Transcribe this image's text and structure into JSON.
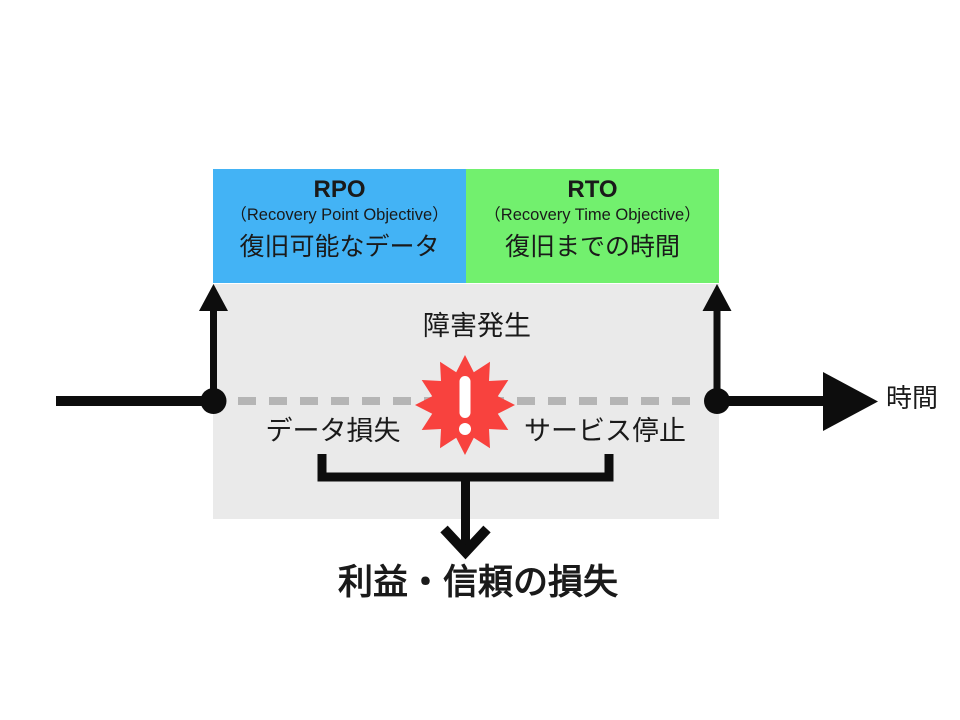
{
  "colors": {
    "rpo_blue": "#43B3F5",
    "rto_green": "#72F06E",
    "panel_gray": "#EAEAEA",
    "dash_gray": "#B5B5B5",
    "alert_red": "#F8423E",
    "ink": "#0D0D0D",
    "text": "#1A1A1A",
    "white": "#FFFFFF"
  },
  "header": {
    "rpo": {
      "title": "RPO",
      "subtitle": "（Recovery Point Objective）",
      "label": "復旧可能なデータ"
    },
    "rto": {
      "title": "RTO",
      "subtitle": "（Recovery Time Objective）",
      "label": "復旧までの時間"
    }
  },
  "timeline": {
    "axis_label": "時間"
  },
  "panel": {
    "incident_label": "障害発生",
    "left_impact": "データ損失",
    "right_impact": "サービス停止"
  },
  "conclusion": {
    "label": "利益・信頼の損失"
  },
  "icons": {
    "alert": "exclamation-burst-icon"
  }
}
